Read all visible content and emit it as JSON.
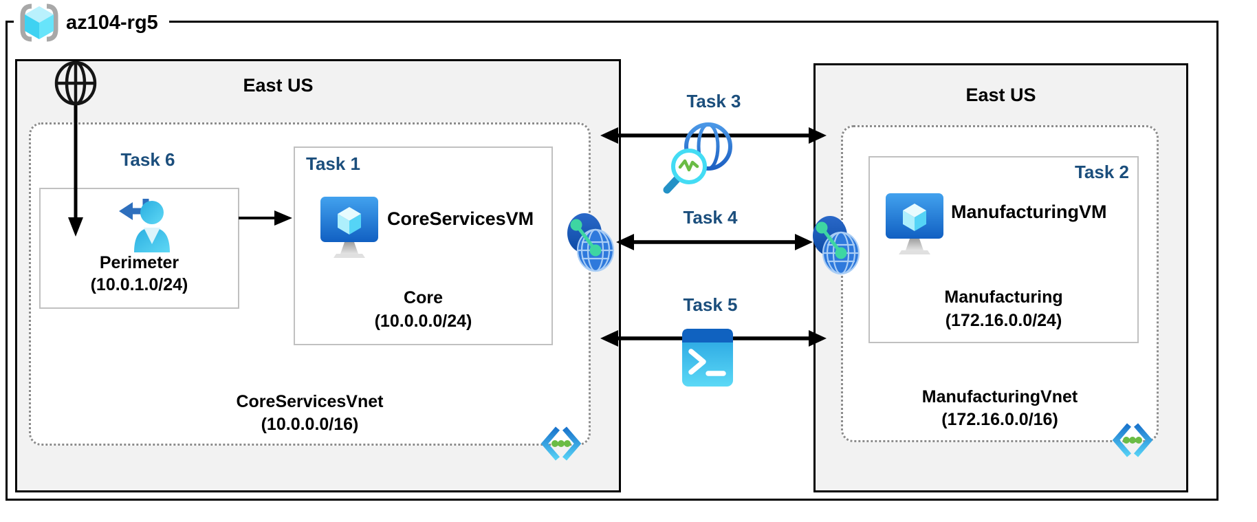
{
  "resource_group": {
    "name": "az104-rg5"
  },
  "left_region": {
    "location": "East US",
    "vnet": {
      "name": "CoreServicesVnet",
      "cidr": "(10.0.0.0/16)"
    },
    "perimeter_subnet": {
      "task_label": "Task 6",
      "name": "Perimeter",
      "cidr": "(10.0.1.0/24)"
    },
    "core_subnet": {
      "task_label": "Task 1",
      "vm_name": "CoreServicesVM",
      "name": "Core",
      "cidr": "(10.0.0.0/24)"
    }
  },
  "right_region": {
    "location": "East US",
    "vnet": {
      "name": "ManufacturingVnet",
      "cidr": "(172.16.0.0/16)"
    },
    "manufacturing_subnet": {
      "task_label": "Task 2",
      "vm_name": "ManufacturingVM",
      "name": "Manufacturing",
      "cidr": "(172.16.0.0/24)"
    }
  },
  "connections": {
    "task3": {
      "label": "Task 3"
    },
    "task4": {
      "label": "Task 4"
    },
    "task5": {
      "label": "Task 5"
    }
  },
  "colors": {
    "task_label": "#1b4e7c",
    "region_fill": "#f2f2f2",
    "outline": "#000000",
    "vnet_dotted_border": "#8c8c8c",
    "subnet_border": "#c0c0c0",
    "peering_green": "#3ed6a2",
    "vnet_icon_green": "#6abc45"
  }
}
